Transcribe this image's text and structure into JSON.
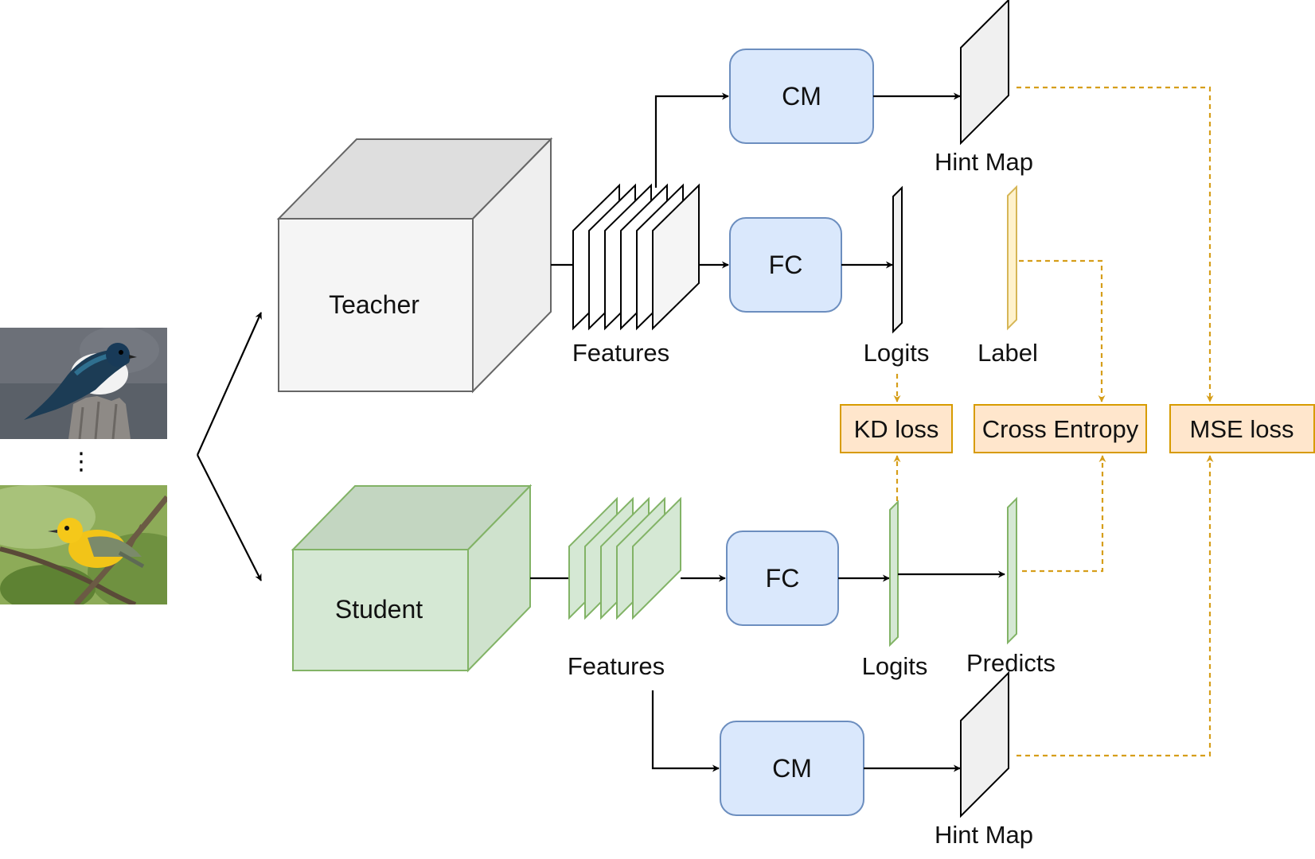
{
  "colors": {
    "teacher_fill": "#f5f5f5",
    "student_fill": "#d5e8d4",
    "student_stroke": "#82b366",
    "module_fill": "#dae8fc",
    "module_stroke": "#6c8ebf",
    "loss_fill": "#ffe6cc",
    "loss_stroke": "#d79b00",
    "dashed_arrow": "#d69e1a",
    "label_fill": "#fff2cc"
  },
  "input": {
    "images": [
      "tree swallow bird photo",
      "prothonotary warbler bird photo"
    ],
    "ellipsis": "⋮"
  },
  "teacher": {
    "name": "Teacher",
    "features_label": "Features",
    "cm_label": "CM",
    "fc_label": "FC",
    "hint_map_label": "Hint Map",
    "logits_label": "Logits"
  },
  "student": {
    "name": "Student",
    "features_label": "Features",
    "cm_label": "CM",
    "fc_label": "FC",
    "hint_map_label": "Hint Map",
    "logits_label": "Logits",
    "predicts_label": "Predicts"
  },
  "label_vector": {
    "label": "Label"
  },
  "losses": {
    "kd": "KD loss",
    "ce": "Cross Entropy",
    "mse": "MSE loss"
  }
}
